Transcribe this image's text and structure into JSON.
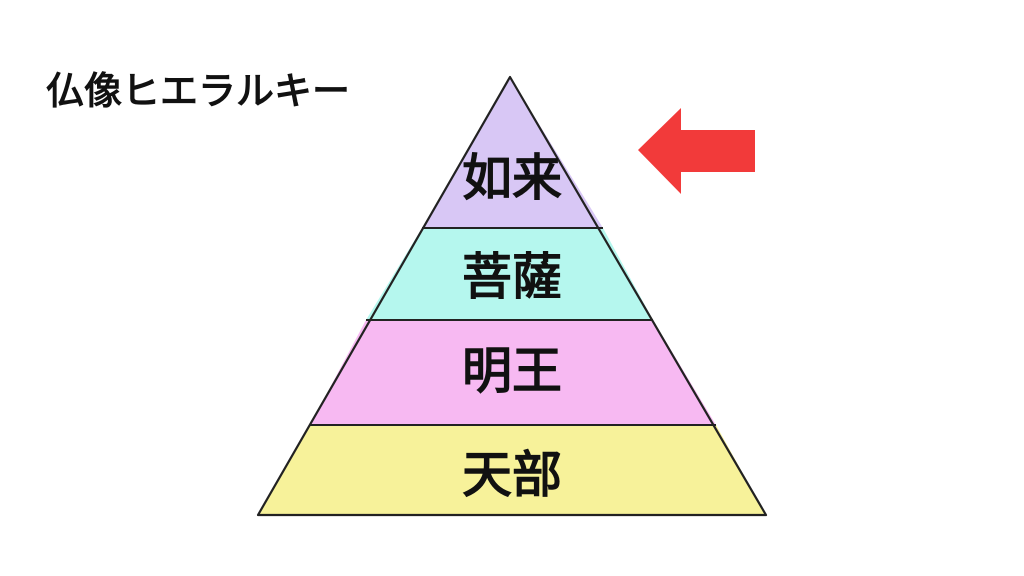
{
  "title": "仏像ヒエラルキー",
  "tiers": [
    {
      "label": "如来",
      "color": "#d8c7f5"
    },
    {
      "label": "菩薩",
      "color": "#b5f7ee"
    },
    {
      "label": "明王",
      "color": "#f7b9f2"
    },
    {
      "label": "天部",
      "color": "#f7f29a"
    }
  ],
  "pointer": {
    "target_tier": "如来",
    "color": "#f23a3a",
    "direction": "left"
  }
}
